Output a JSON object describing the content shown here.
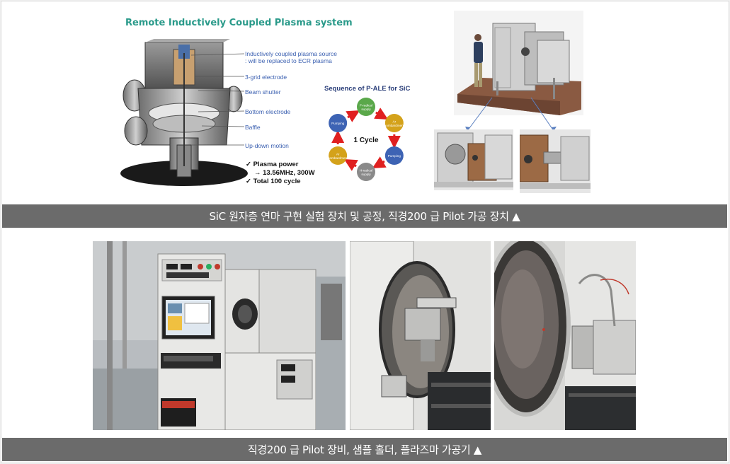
{
  "diagram": {
    "title": "Remote Inductively Coupled Plasma system",
    "callouts": [
      "Inductively coupled plasma source\n: will be replaced to ECR plasma",
      "3-grid electrode",
      "Beam shutter",
      "Bottom electrode",
      "Baffle",
      "Up-down motion"
    ],
    "params": {
      "line1": "✓ Plasma power",
      "line2": "→ 13.56MHz, 300W",
      "line3": "✓ Total 100 cycle"
    },
    "sequence": {
      "title": "Sequence of P-ALE for SiC",
      "center": "1 Cycle",
      "nodes": [
        {
          "label": "F-radical\nsupply",
          "color": "#5aa84a"
        },
        {
          "label": "Ar\nbombardment",
          "color": "#d4a21a"
        },
        {
          "label": "Pumping",
          "color": "#3d63b4"
        },
        {
          "label": "H-radical\nsupply",
          "color": "#8a8a8a"
        },
        {
          "label": "Ar\nbombardment",
          "color": "#d4a21a"
        },
        {
          "label": "Pumping",
          "color": "#3d63b4"
        }
      ],
      "arrow_color": "#e02020"
    }
  },
  "captions": {
    "top": "SiC 원자층 연마 구현 실험 장치 및 공정, 직경200 급 Pilot 가공 장치 ▲",
    "bottom": "직경200 급 Pilot 장비, 샘플 홀더, 플라즈마 가공기 ▲"
  },
  "colors": {
    "caption_bar": "#6b6b6b",
    "title_teal": "#2a9a8a",
    "callout_blue": "#3a5fb0"
  }
}
